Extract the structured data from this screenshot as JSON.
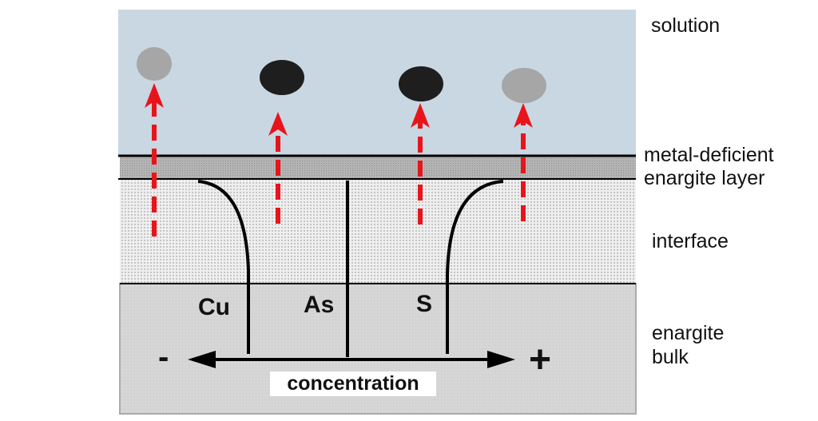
{
  "layers": {
    "solution": "solution",
    "metal_deficient": "metal-deficient",
    "metal_deficient_2": "enargite layer",
    "interface": "interface",
    "bulk": "enargite",
    "bulk_2": "bulk"
  },
  "elements": {
    "cu": "Cu",
    "as": "As",
    "s": "S"
  },
  "axis": {
    "minus": "-",
    "plus": "+",
    "label": "concentration"
  },
  "colors": {
    "solution": "#c9d7e2",
    "arrow": "#e8141b",
    "dark_ion": "#1e1e1e",
    "light_ion": "#a6a6a6"
  }
}
